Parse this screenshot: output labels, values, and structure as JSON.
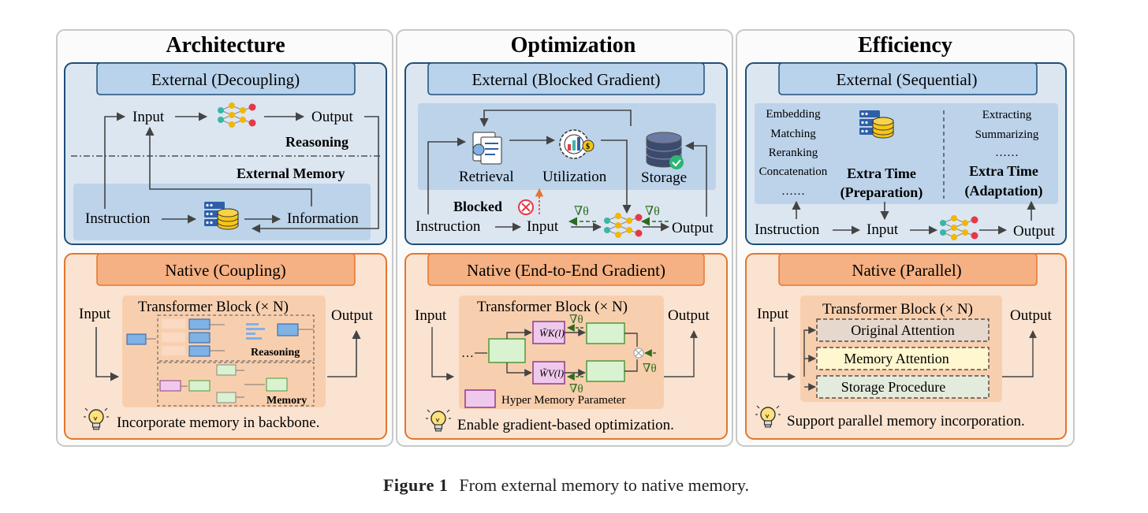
{
  "columns": [
    {
      "title": "Architecture",
      "external": {
        "header": "External (Decoupling)",
        "input": "Input",
        "output": "Output",
        "reasoning": "Reasoning",
        "external_memory": "External Memory",
        "instruction": "Instruction",
        "information": "Information"
      },
      "native": {
        "header": "Native (Coupling)",
        "input": "Input",
        "output": "Output",
        "block_title": "Transformer Block (× N)",
        "reasoning": "Reasoning",
        "memory": "Memory",
        "tip": "Incorporate memory in backbone."
      }
    },
    {
      "title": "Optimization",
      "external": {
        "header": "External (Blocked Gradient)",
        "retrieval": "Retrieval",
        "utilization": "Utilization",
        "storage": "Storage",
        "blocked": "Blocked",
        "instruction": "Instruction",
        "input": "Input",
        "output": "Output",
        "grad": "∇θ"
      },
      "native": {
        "header": "Native (End-to-End Gradient)",
        "input": "Input",
        "output": "Output",
        "block_title": "Transformer Block (× N)",
        "wk": "W̃K(l)",
        "wv": "W̃V(l)",
        "grad": "∇θ",
        "ellipsis": "…",
        "hyper": "Hyper Memory Parameter",
        "tip": "Enable gradient-based optimization."
      }
    },
    {
      "title": "Efficiency",
      "external": {
        "header": "External (Sequential)",
        "prep_steps": [
          "Embedding",
          "Matching",
          "Reranking",
          "Concatenation",
          "……"
        ],
        "adapt_steps": [
          "Extracting",
          "Summarizing",
          "……"
        ],
        "extra_time": "Extra Time",
        "preparation": "(Preparation)",
        "adaptation": "(Adaptation)",
        "instruction": "Instruction",
        "input": "Input",
        "output": "Output"
      },
      "native": {
        "header": "Native (Parallel)",
        "input": "Input",
        "output": "Output",
        "block_title": "Transformer Block (× N)",
        "original_attention": "Original Attention",
        "memory_attention": "Memory Attention",
        "storage_procedure": "Storage Procedure",
        "tip": "Support parallel memory incorporation."
      }
    }
  ],
  "caption": {
    "label": "Figure 1",
    "text": "From external memory to native memory."
  },
  "colors": {
    "external_panel": "#dce6f1",
    "external_border": "#1f4e79",
    "external_header": "#b9d3ec",
    "native_panel": "#fbe3d1",
    "native_border": "#e3762e",
    "native_header": "#f5b183",
    "block_bg": "#f8cfae",
    "green_box": "#d9f2d0",
    "green_border": "#4f9a3a",
    "purple_box": "#efc9ec",
    "purple_border": "#8e3c8b"
  }
}
